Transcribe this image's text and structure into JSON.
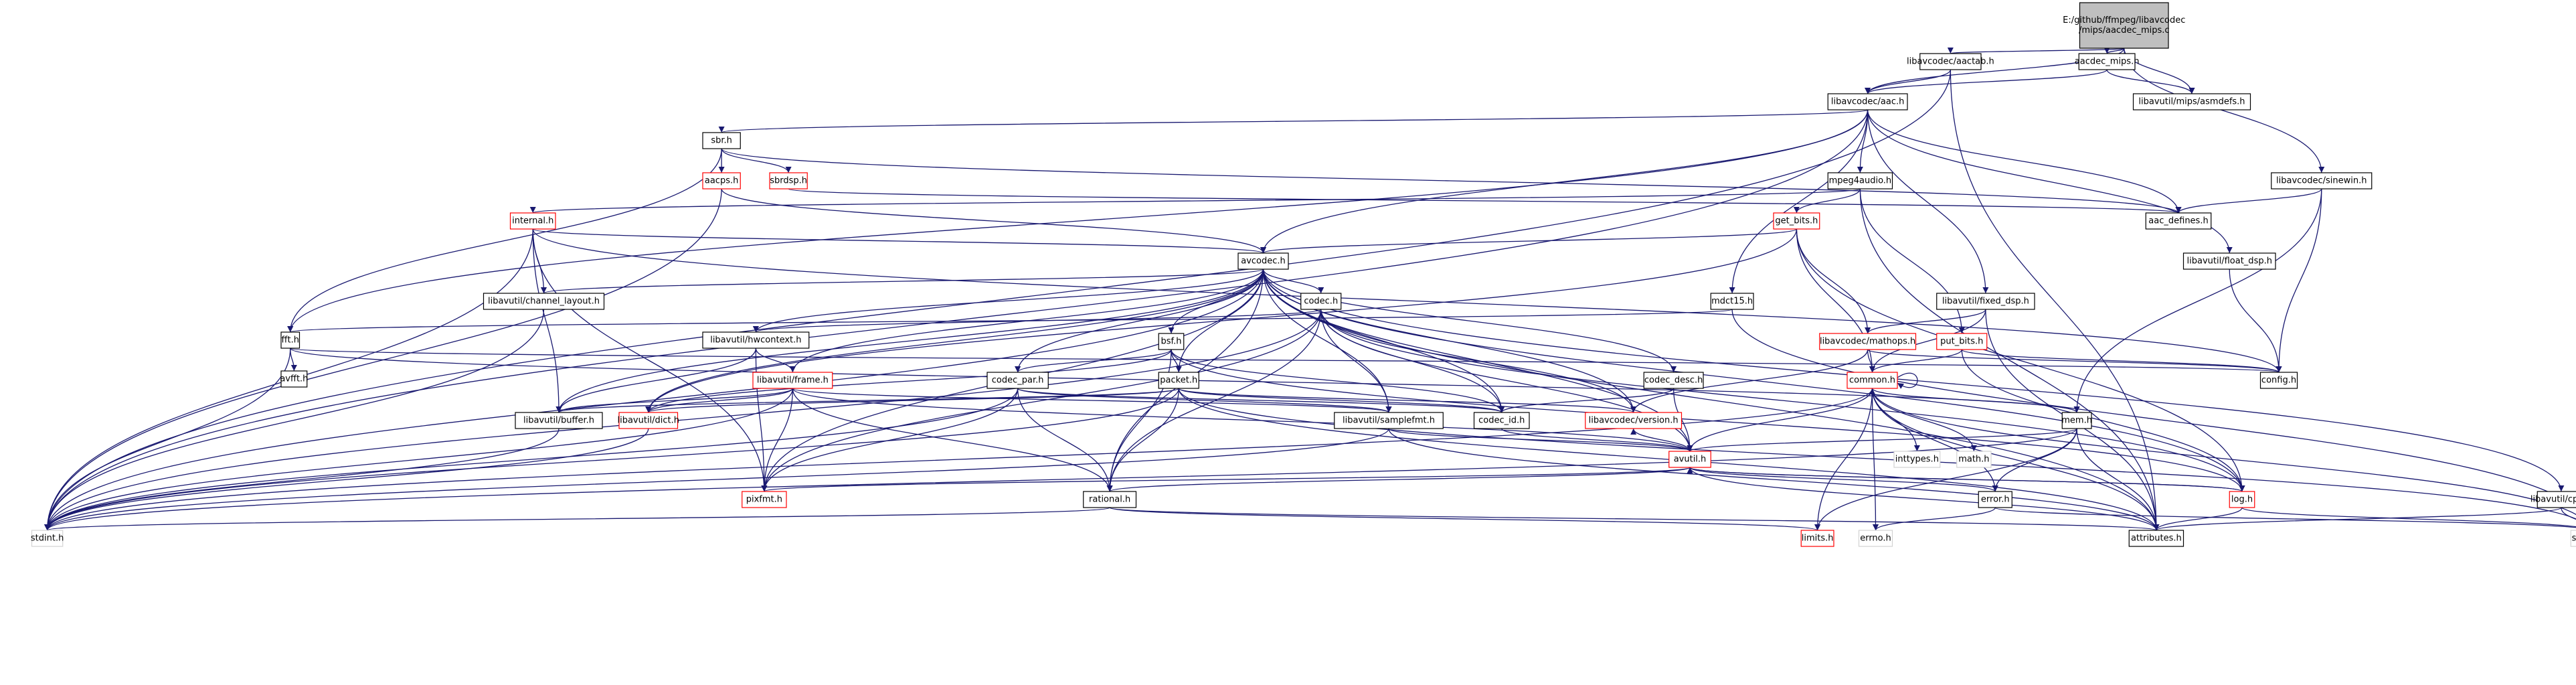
{
  "nodes": [
    {
      "id": "root",
      "lines": [
        "E:/github/ffmpeg/libavcodec",
        "/mips/aacdec_mips.c"
      ],
      "kind": "root"
    },
    {
      "id": "aactab",
      "lines": [
        "libavcodec/aactab.h"
      ],
      "kind": "normal"
    },
    {
      "id": "aacdec_mips",
      "lines": [
        "aacdec_mips.h"
      ],
      "kind": "normal"
    },
    {
      "id": "asmdefs",
      "lines": [
        "libavutil/mips/asmdefs.h"
      ],
      "kind": "normal"
    },
    {
      "id": "aac",
      "lines": [
        "libavcodec/aac.h"
      ],
      "kind": "normal"
    },
    {
      "id": "sbr",
      "lines": [
        "sbr.h"
      ],
      "kind": "normal"
    },
    {
      "id": "aacps",
      "lines": [
        "aacps.h"
      ],
      "kind": "red"
    },
    {
      "id": "sbrdsp",
      "lines": [
        "sbrdsp.h"
      ],
      "kind": "red"
    },
    {
      "id": "mpeg4audio",
      "lines": [
        "mpeg4audio.h"
      ],
      "kind": "normal"
    },
    {
      "id": "sinewin",
      "lines": [
        "libavcodec/sinewin.h"
      ],
      "kind": "normal"
    },
    {
      "id": "aac_defines",
      "lines": [
        "aac_defines.h"
      ],
      "kind": "normal"
    },
    {
      "id": "internal",
      "lines": [
        "internal.h"
      ],
      "kind": "red"
    },
    {
      "id": "get_bits",
      "lines": [
        "get_bits.h"
      ],
      "kind": "red"
    },
    {
      "id": "float_dsp",
      "lines": [
        "libavutil/float_dsp.h"
      ],
      "kind": "normal"
    },
    {
      "id": "avcodec",
      "lines": [
        "avcodec.h"
      ],
      "kind": "normal"
    },
    {
      "id": "mdct15",
      "lines": [
        "mdct15.h"
      ],
      "kind": "normal"
    },
    {
      "id": "fixed_dsp",
      "lines": [
        "libavutil/fixed_dsp.h"
      ],
      "kind": "normal"
    },
    {
      "id": "channel_layout",
      "lines": [
        "libavutil/channel_layout.h"
      ],
      "kind": "normal"
    },
    {
      "id": "codec",
      "lines": [
        "codec.h"
      ],
      "kind": "normal"
    },
    {
      "id": "mathops",
      "lines": [
        "libavcodec/mathops.h"
      ],
      "kind": "red"
    },
    {
      "id": "put_bits",
      "lines": [
        "put_bits.h"
      ],
      "kind": "red"
    },
    {
      "id": "fft",
      "lines": [
        "fft.h"
      ],
      "kind": "normal"
    },
    {
      "id": "hwcontext",
      "lines": [
        "libavutil/hwcontext.h"
      ],
      "kind": "normal"
    },
    {
      "id": "bsf",
      "lines": [
        "bsf.h"
      ],
      "kind": "normal"
    },
    {
      "id": "avfft",
      "lines": [
        "avfft.h"
      ],
      "kind": "normal"
    },
    {
      "id": "frame",
      "lines": [
        "libavutil/frame.h"
      ],
      "kind": "red"
    },
    {
      "id": "codec_par",
      "lines": [
        "codec_par.h"
      ],
      "kind": "normal"
    },
    {
      "id": "packet",
      "lines": [
        "packet.h"
      ],
      "kind": "normal"
    },
    {
      "id": "codec_desc",
      "lines": [
        "codec_desc.h"
      ],
      "kind": "normal"
    },
    {
      "id": "common",
      "lines": [
        "common.h"
      ],
      "kind": "red"
    },
    {
      "id": "config",
      "lines": [
        "config.h"
      ],
      "kind": "normal"
    },
    {
      "id": "buffer",
      "lines": [
        "libavutil/buffer.h"
      ],
      "kind": "normal"
    },
    {
      "id": "dict",
      "lines": [
        "libavutil/dict.h"
      ],
      "kind": "red"
    },
    {
      "id": "samplefmt",
      "lines": [
        "libavutil/samplefmt.h"
      ],
      "kind": "normal"
    },
    {
      "id": "codec_id",
      "lines": [
        "codec_id.h"
      ],
      "kind": "normal"
    },
    {
      "id": "version",
      "lines": [
        "libavcodec/version.h"
      ],
      "kind": "red"
    },
    {
      "id": "inttypes",
      "lines": [
        "inttypes.h"
      ],
      "kind": "plain"
    },
    {
      "id": "math",
      "lines": [
        "math.h"
      ],
      "kind": "plain"
    },
    {
      "id": "mem",
      "lines": [
        "mem.h"
      ],
      "kind": "normal"
    },
    {
      "id": "avutil",
      "lines": [
        "avutil.h"
      ],
      "kind": "red"
    },
    {
      "id": "log",
      "lines": [
        "log.h"
      ],
      "kind": "red"
    },
    {
      "id": "pixfmt",
      "lines": [
        "pixfmt.h"
      ],
      "kind": "red"
    },
    {
      "id": "rational",
      "lines": [
        "rational.h"
      ],
      "kind": "normal"
    },
    {
      "id": "error",
      "lines": [
        "error.h"
      ],
      "kind": "normal"
    },
    {
      "id": "cpu",
      "lines": [
        "libavutil/cpu.h"
      ],
      "kind": "normal"
    },
    {
      "id": "stdint",
      "lines": [
        "stdint.h"
      ],
      "kind": "plain"
    },
    {
      "id": "limits",
      "lines": [
        "limits.h"
      ],
      "kind": "red"
    },
    {
      "id": "errno",
      "lines": [
        "errno.h"
      ],
      "kind": "plain"
    },
    {
      "id": "attributes",
      "lines": [
        "attributes.h"
      ],
      "kind": "normal"
    },
    {
      "id": "stddef",
      "lines": [
        "stddef.h"
      ],
      "kind": "plain"
    }
  ],
  "edges": [
    [
      "root",
      "aactab"
    ],
    [
      "root",
      "aacdec_mips"
    ],
    [
      "root",
      "asmdefs"
    ],
    [
      "root",
      "aac"
    ],
    [
      "root",
      "sinewin"
    ],
    [
      "aactab",
      "aac"
    ],
    [
      "aactab",
      "stdint"
    ],
    [
      "aactab",
      "attributes"
    ],
    [
      "aacdec_mips",
      "aac"
    ],
    [
      "aacdec_mips",
      "asmdefs"
    ],
    [
      "aac",
      "aac_defines"
    ],
    [
      "aac",
      "avcodec"
    ],
    [
      "aac",
      "float_dsp"
    ],
    [
      "aac",
      "fixed_dsp"
    ],
    [
      "aac",
      "mdct15"
    ],
    [
      "aac",
      "mpeg4audio"
    ],
    [
      "aac",
      "sbr"
    ],
    [
      "aac",
      "fft"
    ],
    [
      "aac",
      "stdint"
    ],
    [
      "sbr",
      "aacps"
    ],
    [
      "sbr",
      "sbrdsp"
    ],
    [
      "sbr",
      "fft"
    ],
    [
      "sbr",
      "aac_defines"
    ],
    [
      "aacps",
      "avcodec"
    ],
    [
      "aacps",
      "stdint"
    ],
    [
      "sbrdsp",
      "aac_defines"
    ],
    [
      "sinewin",
      "config"
    ],
    [
      "sinewin",
      "mem"
    ],
    [
      "sinewin",
      "aac_defines"
    ],
    [
      "mpeg4audio",
      "get_bits"
    ],
    [
      "mpeg4audio",
      "put_bits"
    ],
    [
      "mpeg4audio",
      "internal"
    ],
    [
      "mpeg4audio",
      "attributes"
    ],
    [
      "internal",
      "avcodec"
    ],
    [
      "internal",
      "channel_layout"
    ],
    [
      "internal",
      "buffer"
    ],
    [
      "internal",
      "pixfmt"
    ],
    [
      "internal",
      "stdint"
    ],
    [
      "internal",
      "config"
    ],
    [
      "get_bits",
      "avcodec"
    ],
    [
      "get_bits",
      "mathops"
    ],
    [
      "get_bits",
      "common"
    ],
    [
      "get_bits",
      "log"
    ],
    [
      "get_bits",
      "dict"
    ],
    [
      "float_dsp",
      "config"
    ],
    [
      "mdct15",
      "fft"
    ],
    [
      "mdct15",
      "stddef"
    ],
    [
      "fixed_dsp",
      "mathops"
    ],
    [
      "fixed_dsp",
      "common"
    ],
    [
      "fixed_dsp",
      "attributes"
    ],
    [
      "avcodec",
      "channel_layout"
    ],
    [
      "avcodec",
      "codec"
    ],
    [
      "avcodec",
      "hwcontext"
    ],
    [
      "avcodec",
      "frame"
    ],
    [
      "avcodec",
      "bsf"
    ],
    [
      "avcodec",
      "codec_par"
    ],
    [
      "avcodec",
      "packet"
    ],
    [
      "avcodec",
      "codec_desc"
    ],
    [
      "avcodec",
      "samplefmt"
    ],
    [
      "avcodec",
      "codec_id"
    ],
    [
      "avcodec",
      "version"
    ],
    [
      "avcodec",
      "buffer"
    ],
    [
      "avcodec",
      "dict"
    ],
    [
      "avcodec",
      "pixfmt"
    ],
    [
      "avcodec",
      "rational"
    ],
    [
      "avcodec",
      "attributes"
    ],
    [
      "avcodec",
      "log"
    ],
    [
      "avcodec",
      "avutil"
    ],
    [
      "avcodec",
      "cpu"
    ],
    [
      "avcodec",
      "stdint"
    ],
    [
      "channel_layout",
      "stdint"
    ],
    [
      "codec",
      "codec_id"
    ],
    [
      "codec",
      "samplefmt"
    ],
    [
      "codec",
      "version"
    ],
    [
      "codec",
      "hwcontext"
    ],
    [
      "codec",
      "rational"
    ],
    [
      "codec",
      "pixfmt"
    ],
    [
      "codec",
      "log"
    ],
    [
      "codec",
      "stdint"
    ],
    [
      "codec",
      "avutil"
    ],
    [
      "mathops",
      "common"
    ],
    [
      "mathops",
      "config"
    ],
    [
      "mathops",
      "version"
    ],
    [
      "put_bits",
      "common"
    ],
    [
      "put_bits",
      "config"
    ],
    [
      "put_bits",
      "log"
    ],
    [
      "fft",
      "avfft"
    ],
    [
      "fft",
      "config"
    ],
    [
      "fft",
      "mem"
    ],
    [
      "fft",
      "stdint"
    ],
    [
      "hwcontext",
      "frame"
    ],
    [
      "hwcontext",
      "buffer"
    ],
    [
      "hwcontext",
      "pixfmt"
    ],
    [
      "bsf",
      "codec_par"
    ],
    [
      "bsf",
      "packet"
    ],
    [
      "bsf",
      "codec_id"
    ],
    [
      "bsf",
      "dict"
    ],
    [
      "bsf",
      "log"
    ],
    [
      "bsf",
      "rational"
    ],
    [
      "frame",
      "buffer"
    ],
    [
      "frame",
      "dict"
    ],
    [
      "frame",
      "pixfmt"
    ],
    [
      "frame",
      "rational"
    ],
    [
      "frame",
      "samplefmt"
    ],
    [
      "frame",
      "avutil"
    ],
    [
      "frame",
      "stdint"
    ],
    [
      "codec_par",
      "codec_id"
    ],
    [
      "codec_par",
      "pixfmt"
    ],
    [
      "codec_par",
      "rational"
    ],
    [
      "codec_par",
      "stdint"
    ],
    [
      "codec_par",
      "samplefmt"
    ],
    [
      "packet",
      "buffer"
    ],
    [
      "packet",
      "codec_id"
    ],
    [
      "packet",
      "rational"
    ],
    [
      "packet",
      "version"
    ],
    [
      "packet",
      "attributes"
    ],
    [
      "packet",
      "dict"
    ],
    [
      "packet",
      "stdint"
    ],
    [
      "packet",
      "stddef"
    ],
    [
      "codec_desc",
      "codec_id"
    ],
    [
      "codec_desc",
      "avutil"
    ],
    [
      "common",
      "common"
    ],
    [
      "common",
      "inttypes"
    ],
    [
      "common",
      "math"
    ],
    [
      "common",
      "limits"
    ],
    [
      "common",
      "errno"
    ],
    [
      "common",
      "stdint"
    ],
    [
      "common",
      "mem"
    ],
    [
      "common",
      "attributes"
    ],
    [
      "common",
      "error"
    ],
    [
      "common",
      "stddef"
    ],
    [
      "buffer",
      "stdint"
    ],
    [
      "dict",
      "stdint"
    ],
    [
      "samplefmt",
      "avutil"
    ],
    [
      "samplefmt",
      "attributes"
    ],
    [
      "samplefmt",
      "stdint"
    ],
    [
      "codec_id",
      "avutil"
    ],
    [
      "mem",
      "error"
    ],
    [
      "mem",
      "attributes"
    ],
    [
      "mem",
      "avutil"
    ],
    [
      "mem",
      "limits"
    ],
    [
      "mem",
      "stdint"
    ],
    [
      "avutil",
      "common"
    ],
    [
      "avutil",
      "rational"
    ],
    [
      "avutil",
      "pixfmt"
    ],
    [
      "avutil",
      "log"
    ],
    [
      "avutil",
      "attributes"
    ],
    [
      "avutil",
      "error"
    ],
    [
      "avutil",
      "version"
    ],
    [
      "log",
      "avutil"
    ],
    [
      "log",
      "attributes"
    ],
    [
      "log",
      "stddef"
    ],
    [
      "rational",
      "attributes"
    ],
    [
      "rational",
      "limits"
    ],
    [
      "rational",
      "stdint"
    ],
    [
      "error",
      "errno"
    ],
    [
      "error",
      "stddef"
    ],
    [
      "cpu",
      "attributes"
    ],
    [
      "cpu",
      "stddef"
    ]
  ]
}
